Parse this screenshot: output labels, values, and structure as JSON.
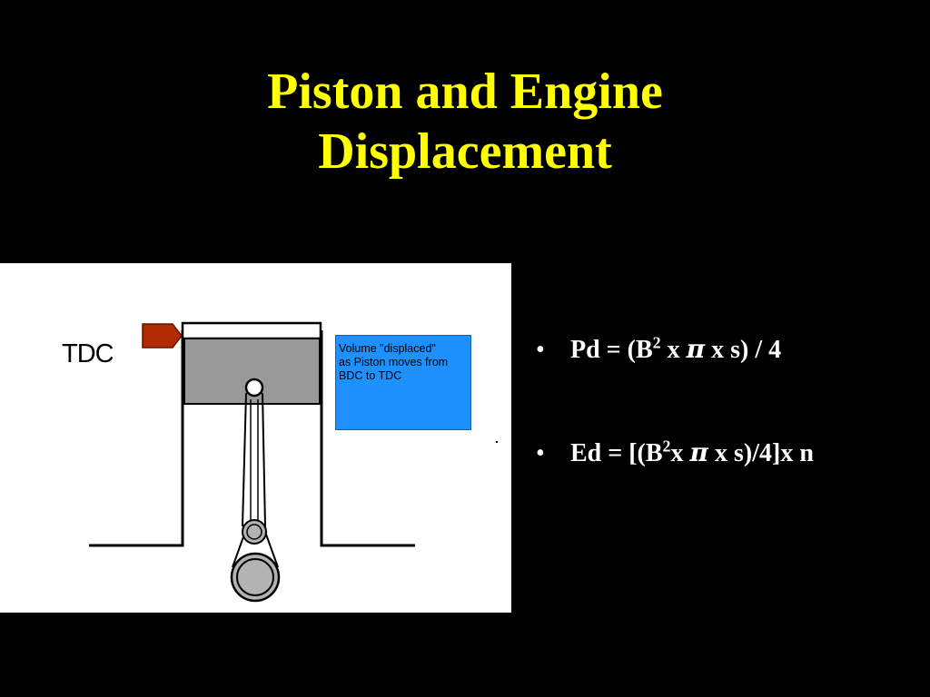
{
  "slide": {
    "title_line1": "Piston and Engine",
    "title_line2": "Displacement"
  },
  "diagram": {
    "tdc_label": "TDC",
    "callout_line1": "Volume \"displaced\"",
    "callout_line2": "as Piston moves from",
    "callout_line3": "BDC to TDC",
    "colors": {
      "piston": "#999999",
      "tdc_marker": "#b22a00",
      "callout": "#1e90ff",
      "crank": "#b3b3b3"
    }
  },
  "formulas": [
    {
      "bullet": "•",
      "lhs": "Pd = (B",
      "sup": "2",
      "mid": " x ",
      "pi": "π",
      "rhs": " x s) / 4"
    },
    {
      "bullet": "•",
      "lhs": "Ed = [(B",
      "sup": "2",
      "mid": "x ",
      "pi": "π",
      "rhs": " x s)/4]x n"
    }
  ],
  "colors": {
    "background": "#000000",
    "title": "#ffff00",
    "text": "#ffffff"
  }
}
